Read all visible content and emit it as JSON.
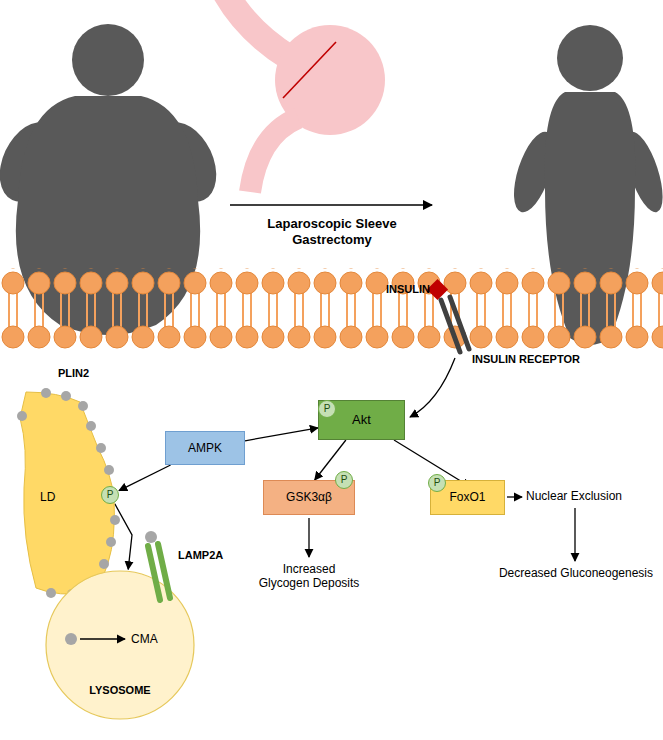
{
  "diagram": {
    "nodes": [
      {
        "text": [
          "LD"
        ]
      },
      {
        "text": [
          "P"
        ],
        "in": 0
      },
      {
        "text": [
          "AMPK"
        ]
      },
      {
        "text": [
          "Akt"
        ]
      },
      {
        "text": [
          "P"
        ],
        "in": 3
      },
      {
        "text": [
          "GSK3αβ"
        ]
      },
      {
        "text": [
          "P"
        ],
        "in": 5
      },
      {
        "text": [
          "FoxO1"
        ]
      },
      {
        "text": [
          "P"
        ],
        "in": 7
      },
      {
        "text": [
          "CMA",
          "LYSOSOME"
        ]
      }
    ],
    "edges": [
      {
        "from": 2,
        "to": 1,
        "arrow": "to"
      },
      {
        "from": 2,
        "to": 3,
        "arrow": "to"
      },
      {
        "from": 3,
        "to": 5,
        "arrow": "to"
      },
      {
        "from": 3,
        "to": 7,
        "arrow": "to"
      },
      {
        "from": 1,
        "to": 9,
        "arrow": "to"
      }
    ],
    "labels": [
      "Laparoscopic Sleeve Gastrectomy",
      "INSULIN",
      "INSULIN RECEPTOR",
      "PLIN2",
      "LAMP2A",
      "Increased Glycogen Deposits",
      "Nuclear Exclusion",
      "Decreased Gluconeogenesis"
    ]
  }
}
